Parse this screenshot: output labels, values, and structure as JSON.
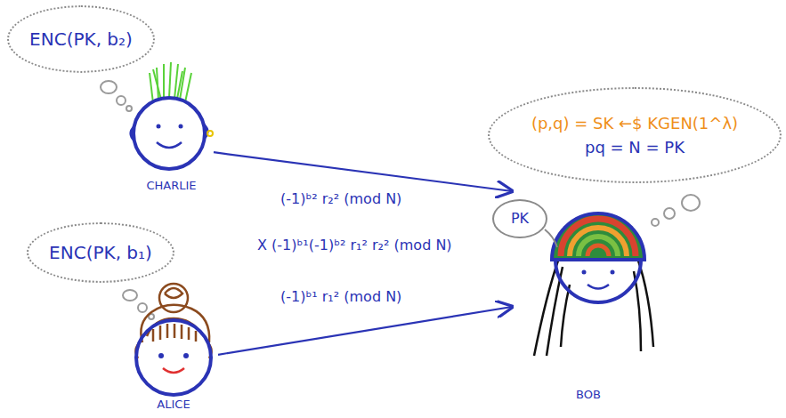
{
  "diagram": {
    "nodes": [
      {
        "text": [
          "ENC(PK, b₂)"
        ]
      },
      {
        "text": [
          "CHARLIE"
        ]
      },
      {
        "text": [
          "(p,q) = SK ←$ KGEN(1^λ)",
          "pq = N = PK"
        ]
      },
      {
        "text": [
          "PK"
        ]
      },
      {
        "text": [
          "BOB"
        ]
      },
      {
        "text": [
          "ENC(PK, b₁)"
        ]
      },
      {
        "text": [
          "ALICE"
        ]
      }
    ],
    "edges": [
      {
        "from": 1,
        "to": 4,
        "arrow": "to",
        "label": "(-1)ᵇ² r₂² (mod N)"
      },
      {
        "from": 6,
        "to": 4,
        "arrow": "to",
        "label": "(-1)ᵇ¹ r₁² (mod N)"
      }
    ],
    "labels": [
      "X (-1)ᵇ¹(-1)ᵇ² r₁² r₂² (mod N)"
    ]
  }
}
